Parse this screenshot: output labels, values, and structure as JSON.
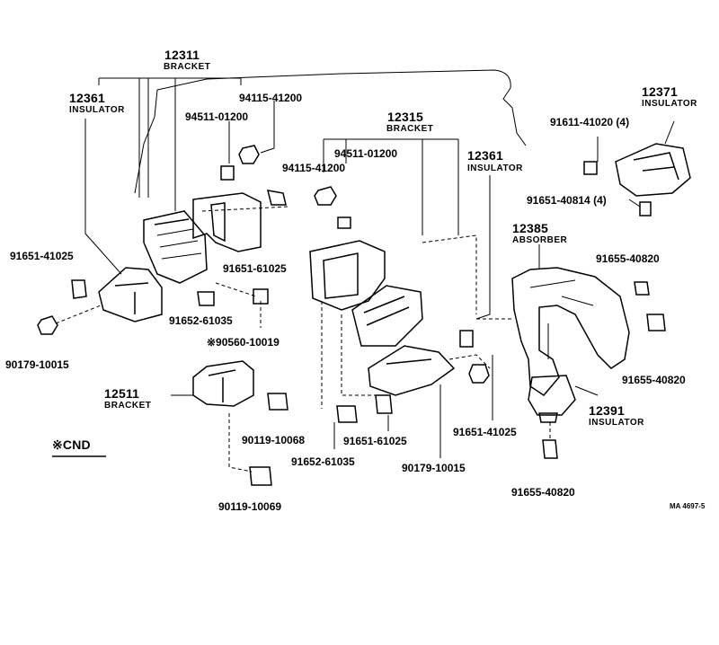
{
  "labels": {
    "bracket_12311": {
      "number": "12311",
      "name": "BRACKET"
    },
    "insulator_12361_left": {
      "number": "12361",
      "name": "INSULATOR"
    },
    "pn_94115_41200_top": "94115-41200",
    "pn_94511_01200_top": "94511-01200",
    "bracket_12315": {
      "number": "12315",
      "name": "BRACKET"
    },
    "pn_94511_01200_mid": "94511-01200",
    "pn_94115_41200_mid": "94115-41200",
    "insulator_12361_mid": {
      "number": "12361",
      "name": "INSULATOR"
    },
    "insulator_12371": {
      "number": "12371",
      "name": "INSULATOR"
    },
    "pn_91611_41020": "91611-41020 (4)",
    "pn_91651_40814": "91651-40814 (4)",
    "absorber_12385": {
      "number": "12385",
      "name": "ABSORBER"
    },
    "pn_91655_40820_a": "91655-40820",
    "pn_91651_41025_left": "91651-41025",
    "pn_91651_61025_a": "91651-61025",
    "pn_91652_61035_a": "91652-61035",
    "pn_90560_10019": "※90560-10019",
    "pn_90179_10015_left": "90179-10015",
    "pn_91655_40820_b": "91655-40820",
    "bracket_12511": {
      "number": "12511",
      "name": "BRACKET"
    },
    "pn_90119_10068": "90119-10068",
    "pn_91651_61025_b": "91651-61025",
    "pn_91651_41025_mid": "91651-41025",
    "insulator_12391": {
      "number": "12391",
      "name": "INSULATOR"
    },
    "cnd_note": "※CND",
    "pn_91652_61035_b": "91652-61035",
    "pn_90179_10015_mid": "90179-10015",
    "pn_91655_40820_c": "91655-40820",
    "pn_90119_10069": "90119-10069",
    "drawing_ref": "MA 4697-5"
  }
}
